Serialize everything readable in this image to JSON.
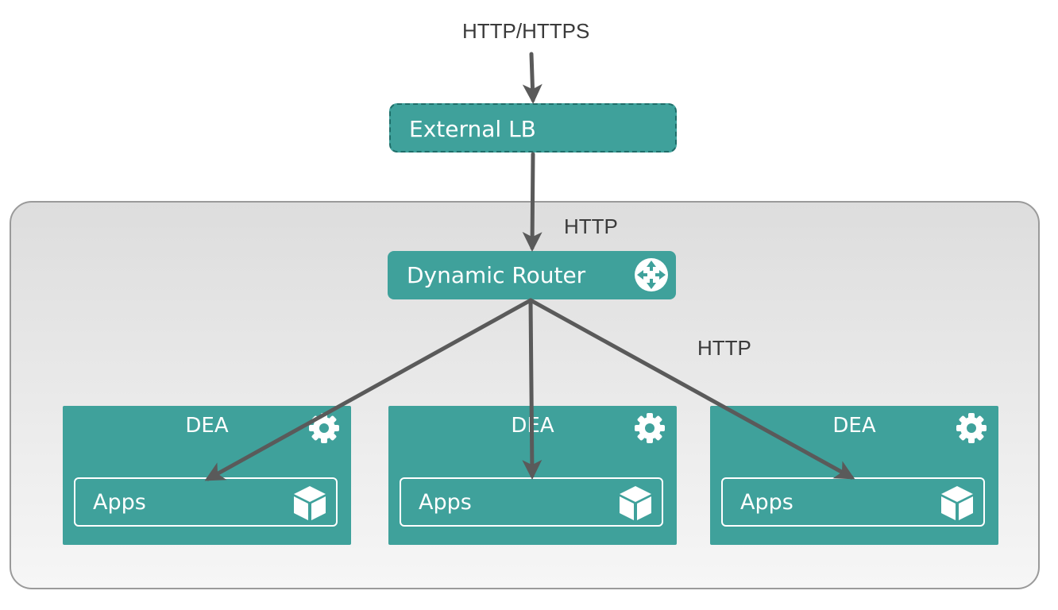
{
  "labels": {
    "top_protocol": "HTTP/HTTPS",
    "router_protocol": "HTTP",
    "dea_protocol": "HTTP"
  },
  "external_lb": {
    "label": "External LB"
  },
  "router": {
    "label": "Dynamic Router",
    "icon": "router-icon"
  },
  "deas": [
    {
      "label": "DEA",
      "icon": "gear-icon",
      "apps_label": "Apps",
      "apps_icon": "cube-icon"
    },
    {
      "label": "DEA",
      "icon": "gear-icon",
      "apps_label": "Apps",
      "apps_icon": "cube-icon"
    },
    {
      "label": "DEA",
      "icon": "gear-icon",
      "apps_label": "Apps",
      "apps_icon": "cube-icon"
    }
  ],
  "colors": {
    "teal": "#3fa19b",
    "teal_dark_border": "#1f6e6a",
    "arrow": "#5a5a5a",
    "container_border": "#9a9a9a"
  }
}
